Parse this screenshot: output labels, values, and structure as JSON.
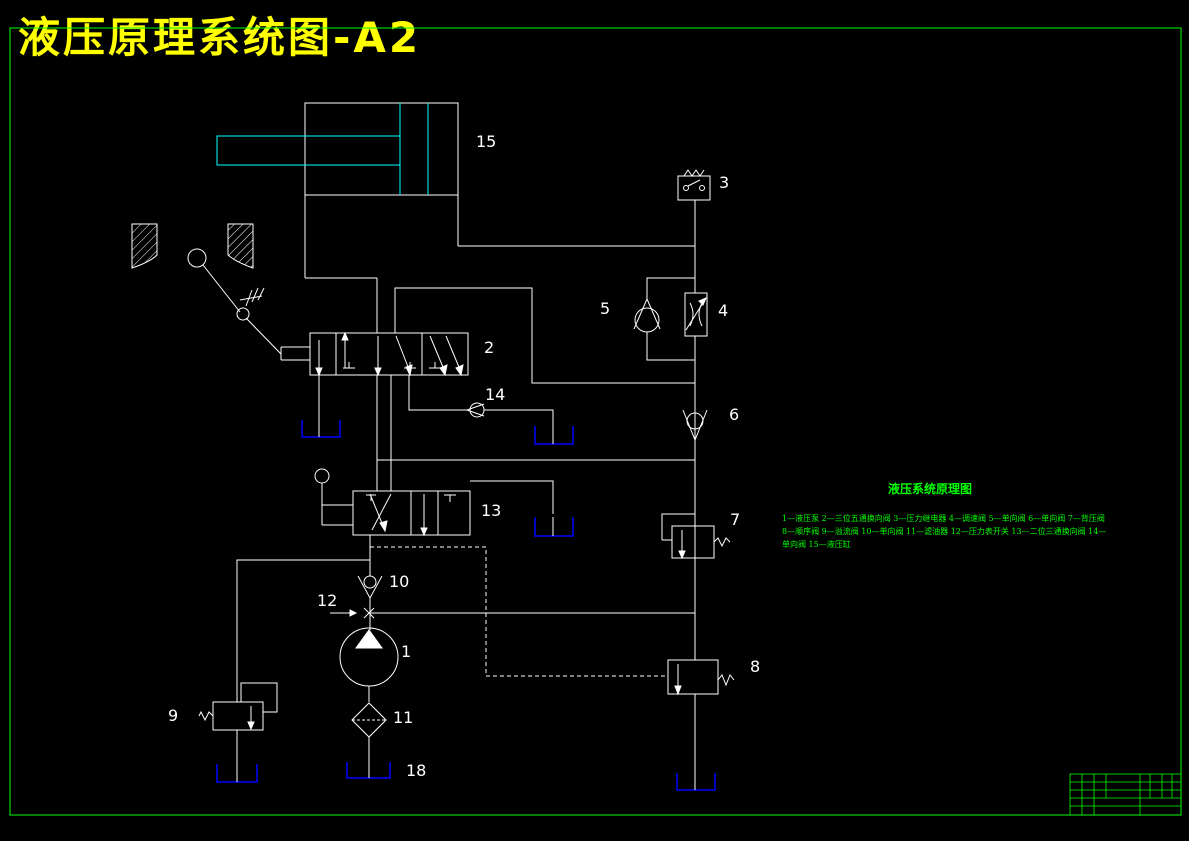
{
  "title": "液压原理系统图-A2",
  "colors": {
    "background": "#000000",
    "title": "#ffff00",
    "lines": "#ffffff",
    "frame": "#00ff00",
    "tank": "#0000ff",
    "cylinder_rod": "#00ffff",
    "legend": "#00ff00"
  },
  "component_labels": {
    "c1": "1",
    "c2": "2",
    "c3": "3",
    "c4": "4",
    "c5": "5",
    "c6": "6",
    "c7": "7",
    "c8": "8",
    "c9": "9",
    "c10": "10",
    "c11": "11",
    "c12": "12",
    "c13": "13",
    "c14": "14",
    "c15": "15",
    "c18": "18"
  },
  "legend": {
    "title": "液压系统原理图",
    "body": "1—液压泵 2—三位五通换向阀 3—压力继电器 4—调速阀 5—单向阀 6—单向阀 7—背压阀 8—顺序阀 9—溢流阀 10—单向阀 11—滤油器 12—压力表开关 13—二位三通换向阀 14—单向阀 15—液压缸"
  }
}
